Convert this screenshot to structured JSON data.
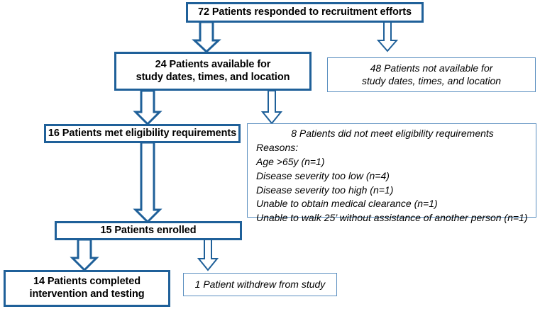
{
  "diagram": {
    "type": "participant-flow-diagram",
    "stroke_color": "#1f6099",
    "light_stroke_color": "#5b8fc0",
    "background": "#ffffff"
  },
  "nodes": {
    "responded": {
      "label": "72  Patients responded to recruitment efforts",
      "count": 72
    },
    "available": {
      "line1": "24 Patients available for",
      "line2": "study dates, times, and location",
      "count": 24
    },
    "not_available": {
      "line1": "48 Patients not available for",
      "line2": "study dates, times, and location",
      "count": 48
    },
    "eligible": {
      "label": "16 Patients met eligibility requirements",
      "count": 16
    },
    "not_eligible": {
      "title": "8 Patients did not meet eligibility requirements",
      "reasons_label": "Reasons:",
      "count": 8,
      "reasons": [
        "Age >65y (n=1)",
        "Disease severity too low (n=4)",
        "Disease severity too high (n=1)",
        "Unable to obtain medical clearance (n=1)",
        "Unable to walk 25’ without assistance of another person (n=1)"
      ]
    },
    "enrolled": {
      "label": "15 Patients enrolled",
      "count": 15
    },
    "completed": {
      "line1": "14 Patients completed",
      "line2": "intervention and testing",
      "count": 14
    },
    "withdrew": {
      "label": "1 Patient withdrew from study",
      "count": 1
    }
  }
}
